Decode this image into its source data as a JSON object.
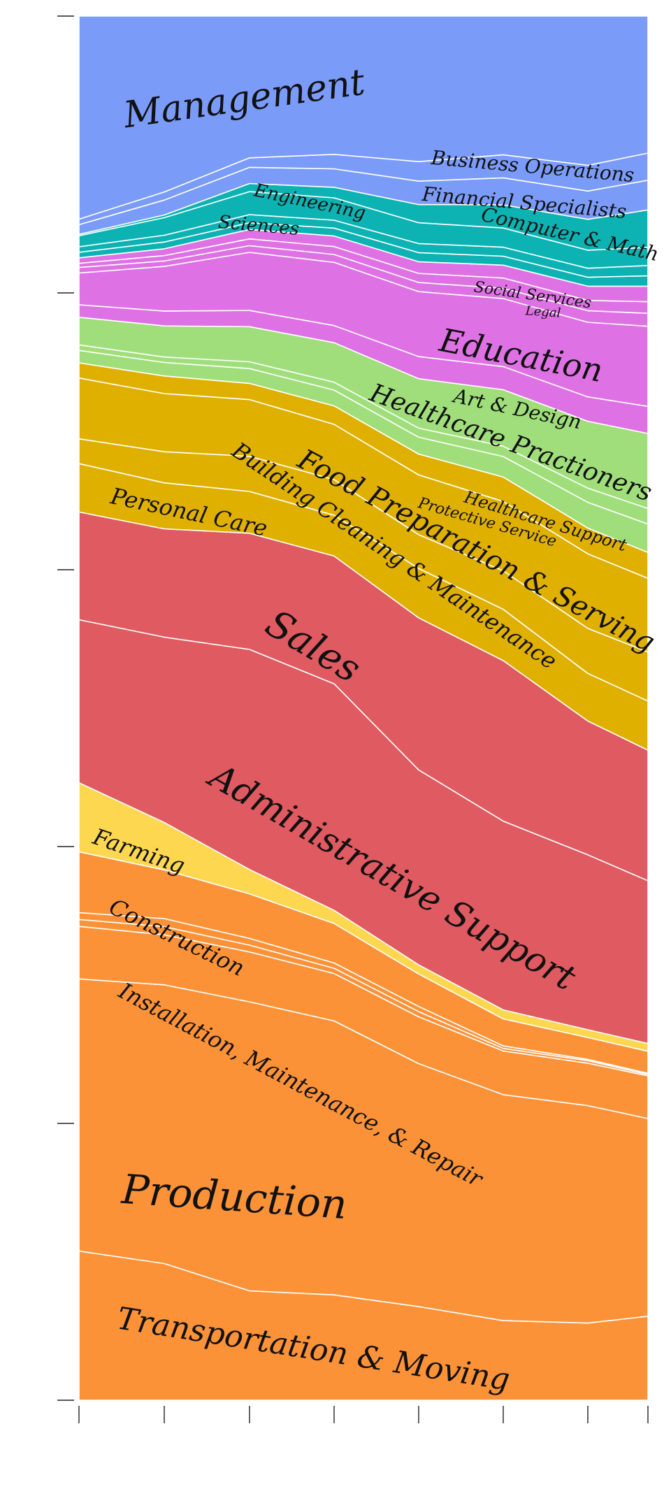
{
  "chart_data": {
    "type": "area",
    "stacked": true,
    "normalized": true,
    "title": "",
    "xlabel": "",
    "ylabel": "",
    "x_tick_count": 8,
    "y_tick_count": 6,
    "ylim": [
      0,
      1
    ],
    "grid": false,
    "legend": "none",
    "series": [
      {
        "name": "Transportation & Moving",
        "color": "#fc9238",
        "label_size": 44,
        "values": [
          0.108,
          0.101,
          0.081,
          0.08,
          0.072,
          0.062,
          0.06,
          0.065
        ]
      },
      {
        "name": "Production",
        "color": "#fc9238",
        "label_size": 58,
        "values": [
          0.197,
          0.206,
          0.214,
          0.208,
          0.187,
          0.176,
          0.169,
          0.153
        ]
      },
      {
        "name": "Installation, Maintenance, & Repair",
        "color": "#fc9238",
        "label_size": 32,
        "values": [
          0.038,
          0.037,
          0.037,
          0.036,
          0.036,
          0.034,
          0.033,
          0.033
        ]
      },
      {
        "name": "",
        "color": "#fc9238",
        "label_size": 0,
        "values": [
          0.005,
          0.006,
          0.005,
          0.004,
          0.004,
          0.002,
          0.002,
          0.001
        ]
      },
      {
        "name": "Construction",
        "color": "#fc9238",
        "label_size": 32,
        "values": [
          0.005,
          0.006,
          0.005,
          0.004,
          0.004,
          0.002,
          0.001,
          0.001
        ]
      },
      {
        "name": "",
        "color": "#fc9238",
        "label_size": 0,
        "values": [
          0.044,
          0.036,
          0.033,
          0.03,
          0.025,
          0.021,
          0.017,
          0.017
        ]
      },
      {
        "name": "Farming",
        "color": "#fdd74f",
        "label_size": 32,
        "values": [
          0.05,
          0.035,
          0.018,
          0.01,
          0.007,
          0.007,
          0.006,
          0.006
        ]
      },
      {
        "name": "Administrative Support",
        "color": "#df5a61",
        "label_size": 50,
        "values": [
          0.118,
          0.137,
          0.163,
          0.172,
          0.15,
          0.147,
          0.136,
          0.126
        ]
      },
      {
        "name": "Sales",
        "color": "#df5a61",
        "label_size": 54,
        "values": [
          0.078,
          0.08,
          0.086,
          0.097,
          0.117,
          0.125,
          0.104,
          0.101
        ]
      },
      {
        "name": "Personal Care",
        "color": "#e0b000",
        "label_size": 32,
        "values": [
          0.035,
          0.034,
          0.031,
          0.031,
          0.038,
          0.04,
          0.037,
          0.038
        ]
      },
      {
        "name": "Building Cleaning & Maintenance",
        "color": "#e0b000",
        "label_size": 32,
        "values": [
          0.018,
          0.023,
          0.026,
          0.027,
          0.026,
          0.03,
          0.035,
          0.038
        ]
      },
      {
        "name": "Food Preparation & Serving",
        "color": "#e0b000",
        "label_size": 40,
        "values": [
          0.044,
          0.043,
          0.042,
          0.042,
          0.046,
          0.054,
          0.058,
          0.057
        ]
      },
      {
        "name": "Protective Service",
        "color": "#e0b000",
        "label_size": 22,
        "values": [
          0.011,
          0.013,
          0.012,
          0.014,
          0.016,
          0.019,
          0.02,
          0.02
        ]
      },
      {
        "name": "Healthcare Support",
        "color": "#a0de7b",
        "label_size": 24,
        "values": [
          0.009,
          0.01,
          0.011,
          0.012,
          0.013,
          0.016,
          0.02,
          0.022
        ]
      },
      {
        "name": "",
        "color": "#a0de7b",
        "label_size": 0,
        "values": [
          0.004,
          0.004,
          0.005,
          0.006,
          0.007,
          0.008,
          0.011,
          0.012
        ]
      },
      {
        "name": "Healthcare Practioners",
        "color": "#a0de7b",
        "label_size": 36,
        "values": [
          0.02,
          0.023,
          0.026,
          0.03,
          0.038,
          0.044,
          0.052,
          0.058
        ]
      },
      {
        "name": "Art & Design",
        "color": "#de72e4",
        "label_size": 28,
        "values": [
          0.009,
          0.011,
          0.012,
          0.013,
          0.017,
          0.018,
          0.019,
          0.021
        ]
      },
      {
        "name": "Education",
        "color": "#de72e4",
        "label_size": 46,
        "values": [
          0.023,
          0.033,
          0.043,
          0.048,
          0.05,
          0.053,
          0.058,
          0.062
        ]
      },
      {
        "name": "",
        "color": "#de72e4",
        "label_size": 0,
        "values": [
          0.004,
          0.004,
          0.005,
          0.006,
          0.007,
          0.008,
          0.009,
          0.01
        ]
      },
      {
        "name": "Legal",
        "color": "#de72e4",
        "label_size": 18,
        "values": [
          0.003,
          0.004,
          0.005,
          0.006,
          0.007,
          0.008,
          0.008,
          0.009
        ]
      },
      {
        "name": "Social Services",
        "color": "#de72e4",
        "label_size": 22,
        "values": [
          0.004,
          0.005,
          0.007,
          0.008,
          0.009,
          0.01,
          0.011,
          0.012
        ]
      },
      {
        "name": "",
        "color": "#0db3b3",
        "label_size": 0,
        "values": [
          0.004,
          0.005,
          0.005,
          0.006,
          0.007,
          0.007,
          0.007,
          0.008
        ]
      },
      {
        "name": "Sciences",
        "color": "#0db3b3",
        "label_size": 26,
        "values": [
          0.004,
          0.005,
          0.006,
          0.006,
          0.007,
          0.007,
          0.007,
          0.008
        ]
      },
      {
        "name": "Engineering",
        "color": "#0db3b3",
        "label_size": 26,
        "values": [
          0.008,
          0.013,
          0.017,
          0.017,
          0.016,
          0.015,
          0.014,
          0.014
        ]
      },
      {
        "name": "Computer & Math",
        "color": "#0db3b3",
        "label_size": 28,
        "values": [
          0.001,
          0.002,
          0.006,
          0.008,
          0.014,
          0.018,
          0.024,
          0.029
        ]
      },
      {
        "name": "Financial Specialists",
        "color": "#7a9bf8",
        "label_size": 28,
        "values": [
          0.007,
          0.011,
          0.012,
          0.014,
          0.018,
          0.021,
          0.022,
          0.023
        ]
      },
      {
        "name": "Business Operations",
        "color": "#7a9bf8",
        "label_size": 28,
        "values": [
          0.004,
          0.006,
          0.007,
          0.011,
          0.015,
          0.018,
          0.02,
          0.021
        ]
      },
      {
        "name": "Management",
        "color": "#7a9bf8",
        "label_size": 52,
        "values": [
          0.147,
          0.13,
          0.105,
          0.105,
          0.112,
          0.108,
          0.116,
          0.106
        ]
      }
    ]
  }
}
